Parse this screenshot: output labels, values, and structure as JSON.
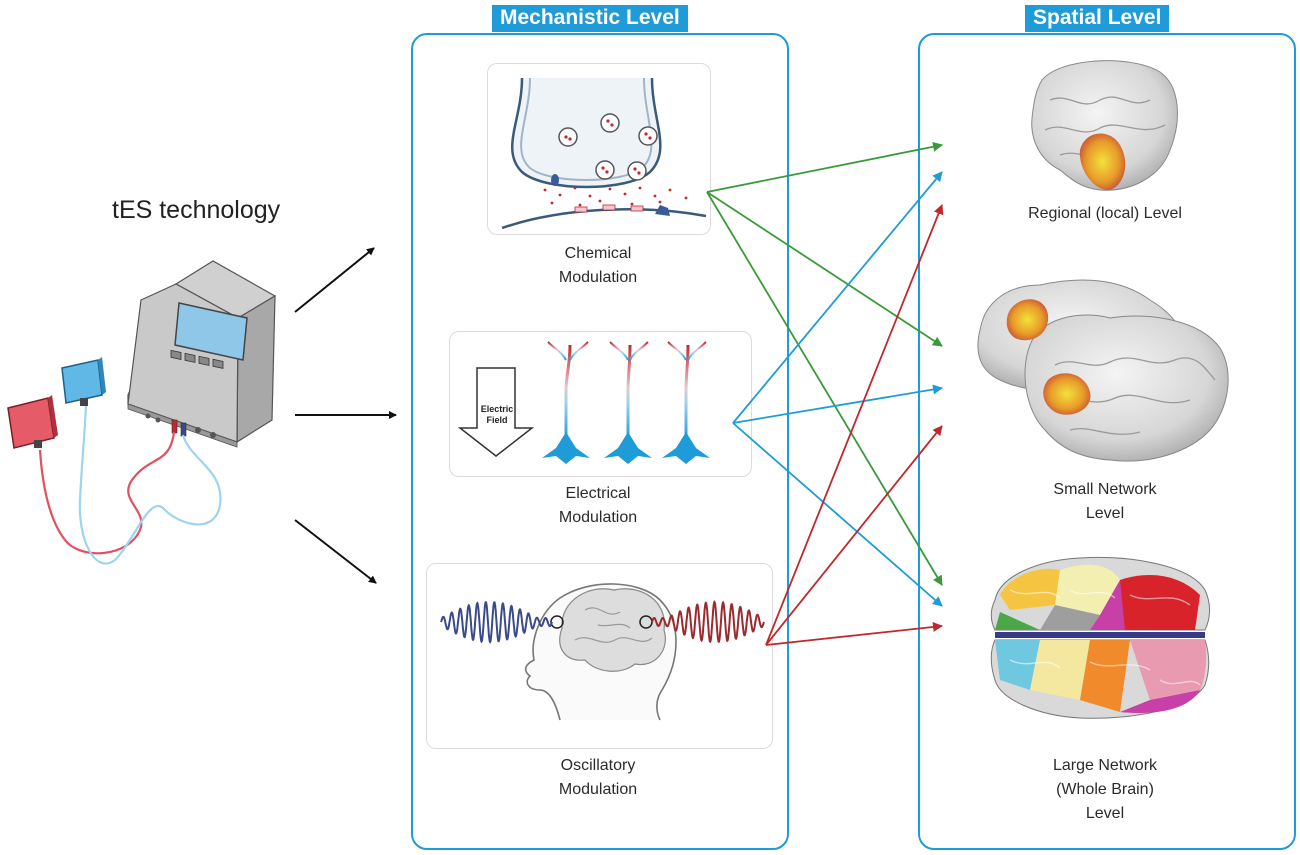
{
  "tes": {
    "title": "tES technology"
  },
  "mechanistic": {
    "header": "Mechanistic Level",
    "chemical": {
      "line1": "Chemical",
      "line2": "Modulation"
    },
    "electrical": {
      "line1": "Electrical",
      "line2": "Modulation",
      "field_line1": "Electric",
      "field_line2": "Field"
    },
    "oscillatory": {
      "line1": "Oscillatory",
      "line2": "Modulation"
    }
  },
  "spatial": {
    "header": "Spatial Level",
    "regional": {
      "line1": "Regional (local) Level"
    },
    "small": {
      "line1": "Small Network",
      "line2": "Level"
    },
    "large": {
      "line1": "Large Network",
      "line2": "(Whole Brain)",
      "line3": "Level"
    }
  },
  "colors": {
    "panel_blue": "#1f9bd7",
    "chemical_arrow": "#3a9a3a",
    "electrical_arrow": "#1f9bd7",
    "oscillatory_arrow": "#c0282d",
    "tes_arrow": "#111111"
  }
}
